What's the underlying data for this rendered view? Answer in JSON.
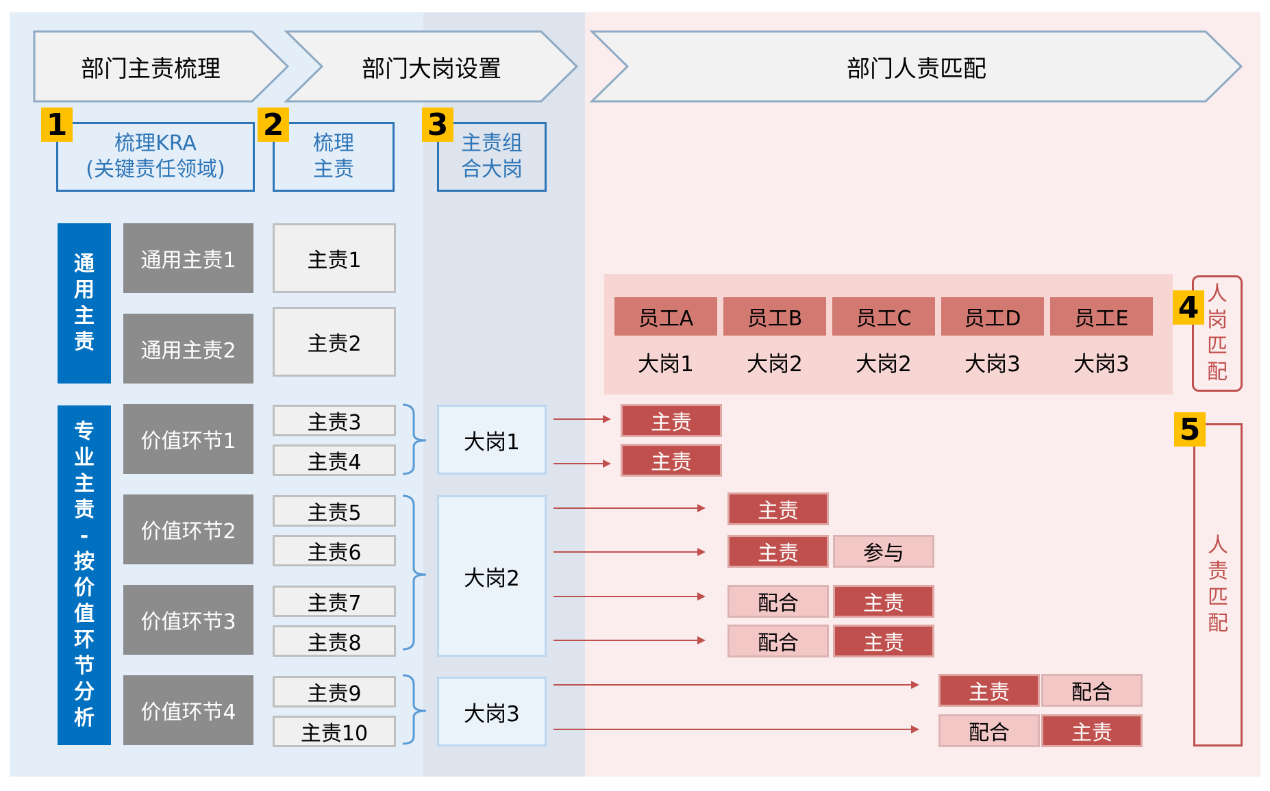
{
  "phases": [
    "部门主责梳理",
    "部门大岗设置",
    "部门人责匹配"
  ],
  "steps": [
    {
      "num": "1",
      "line1": "梳理KRA",
      "line2": "(关键责任领域)"
    },
    {
      "num": "2",
      "line1": "梳理",
      "line2": "主责"
    },
    {
      "num": "3",
      "line1": "主责组",
      "line2": "合大岗"
    }
  ],
  "categories": {
    "general": [
      "通",
      "用",
      "主",
      "责"
    ],
    "professional": [
      "专",
      "业",
      "主",
      "责",
      "-",
      "按",
      "价",
      "值",
      "环",
      "节",
      "分",
      "析"
    ]
  },
  "kra_blocks": [
    "通用主责1",
    "通用主责2",
    "价值环节1",
    "价值环节2",
    "价值环节3",
    "价值环节4"
  ],
  "duties": [
    "主责1",
    "主责2",
    "主责3",
    "主责4",
    "主责5",
    "主责6",
    "主责7",
    "主责8",
    "主责9",
    "主责10"
  ],
  "posts": [
    "大岗1",
    "大岗2",
    "大岗3"
  ],
  "employees": [
    {
      "name": "员工A",
      "post": "大岗1"
    },
    {
      "name": "员工B",
      "post": "大岗2"
    },
    {
      "name": "员工C",
      "post": "大岗2"
    },
    {
      "name": "员工D",
      "post": "大岗3"
    },
    {
      "name": "员工E",
      "post": "大岗3"
    }
  ],
  "matrix": [
    [
      "主责"
    ],
    [
      "主责"
    ],
    [
      "主责"
    ],
    [
      "主责",
      "参与"
    ],
    [
      "配合",
      "主责"
    ],
    [
      "配合",
      "主责"
    ],
    [
      "主责",
      "配合"
    ],
    [
      "配合",
      "主责"
    ]
  ],
  "side_labels": [
    {
      "num": "4",
      "chars": [
        "人",
        "岗",
        "匹",
        "配"
      ]
    },
    {
      "num": "5",
      "chars": [
        "人",
        "责",
        "匹",
        "配"
      ]
    }
  ],
  "colors": {
    "blue": "#0070c0",
    "step_blue": "#2e75b6",
    "badge": "#ffc000",
    "dark_red": "#c0504d",
    "light_red": "#f4c7c7",
    "arrow": "#c0504d"
  }
}
